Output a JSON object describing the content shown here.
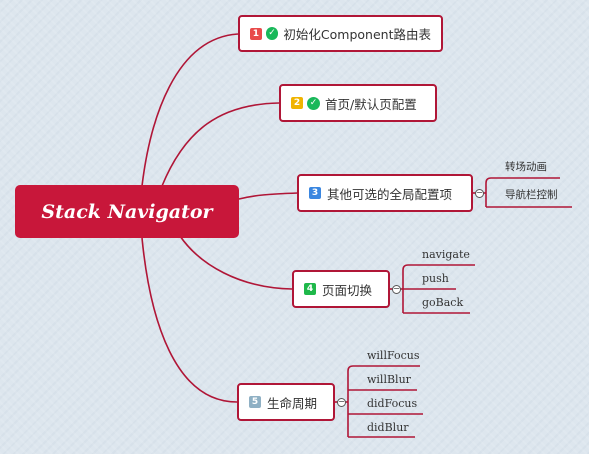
{
  "root": {
    "title": "Stack Navigator"
  },
  "colors": {
    "edge": "#b01637",
    "root_fill": "#c8173a"
  },
  "topics": [
    {
      "num": "1",
      "badge_color": "#e84a4a",
      "done": true,
      "label": "初始化Component路由表"
    },
    {
      "num": "2",
      "badge_color": "#f0b400",
      "done": true,
      "label": "首页/默认页配置"
    },
    {
      "num": "3",
      "badge_color": "#3a86e0",
      "done": false,
      "label": "其他可选的全局配置项",
      "children": [
        "转场动画",
        "导航栏控制"
      ]
    },
    {
      "num": "4",
      "badge_color": "#1fb84a",
      "done": false,
      "label": "页面切换",
      "children": [
        "navigate",
        "push",
        "goBack"
      ]
    },
    {
      "num": "5",
      "badge_color": "#8fb0c4",
      "done": false,
      "label": "生命周期",
      "children": [
        "willFocus",
        "willBlur",
        "didFocus",
        "didBlur"
      ]
    }
  ]
}
